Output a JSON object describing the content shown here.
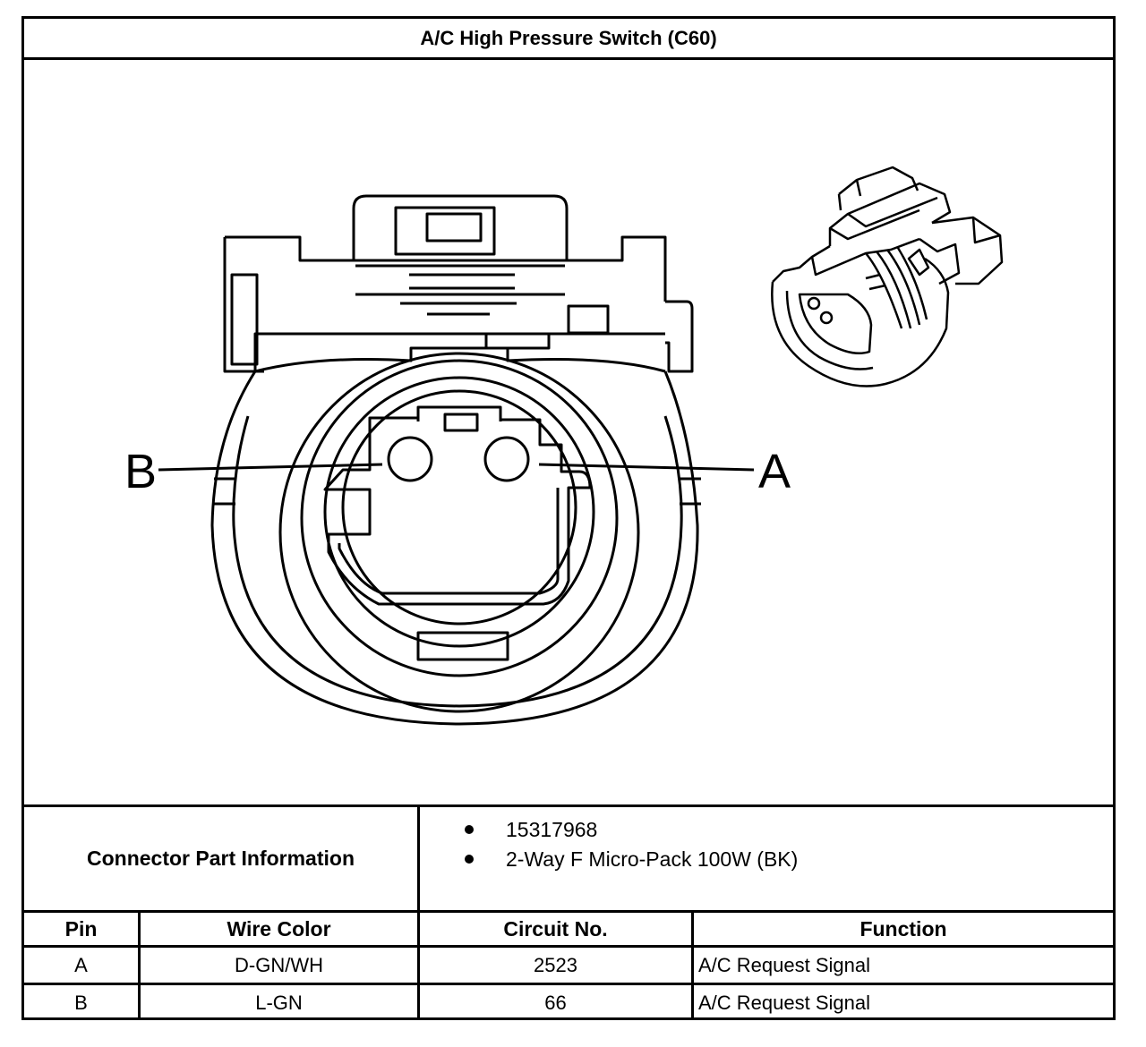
{
  "title": "A/C High Pressure Switch (C60)",
  "diagram": {
    "pin_labels": {
      "left": "B",
      "right": "A"
    }
  },
  "connector_info": {
    "label": "Connector Part Information",
    "items": [
      "15317968",
      "2-Way F Micro-Pack 100W (BK)"
    ]
  },
  "pin_table": {
    "headers": {
      "pin": "Pin",
      "wire_color": "Wire Color",
      "circuit": "Circuit No.",
      "function": "Function"
    },
    "rows": [
      {
        "pin": "A",
        "wire_color": "D-GN/WH",
        "circuit": "2523",
        "function": "A/C Request Signal"
      },
      {
        "pin": "B",
        "wire_color": "L-GN",
        "circuit": "66",
        "function": "A/C Request Signal"
      }
    ]
  }
}
